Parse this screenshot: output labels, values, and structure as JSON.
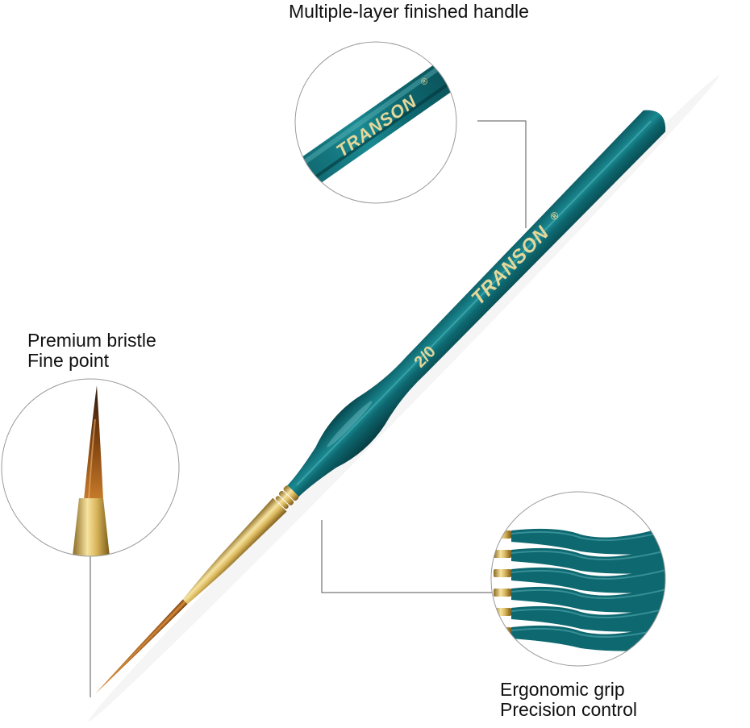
{
  "captions": {
    "handle": "Multiple-layer finished handle",
    "bristle_line1": "Premium bristle",
    "bristle_line2": "Fine point",
    "grip_line1": "Ergonomic grip",
    "grip_line2": "Precision control"
  },
  "brush": {
    "brand": "TRANSON",
    "registered_mark": "®",
    "size_label": "2/0"
  },
  "colors": {
    "handle": "#0e6870",
    "handle_dark": "#07474f",
    "ferrule_gold": "#d8b55a",
    "bristle": "#b86a1e",
    "lettering": "#e6d79a",
    "leader_line": "#555555",
    "circle_border": "#9a9a9a"
  }
}
